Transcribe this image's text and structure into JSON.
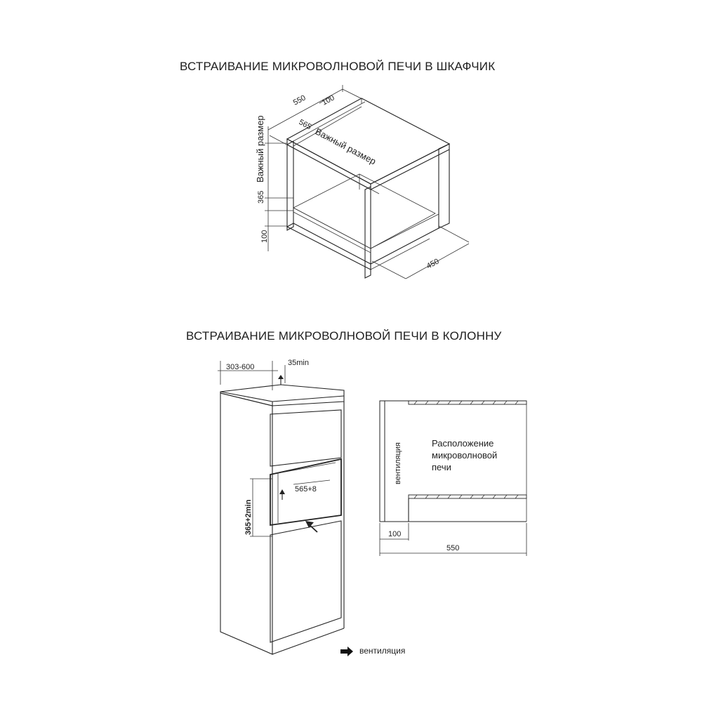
{
  "headings": {
    "cabinet": "ВСТРАИВАНИЕ МИКРОВОЛНОВОЙ ПЕЧИ В ШКАФЧИК",
    "column": "ВСТРАИВАНИЕ МИКРОВОЛНОВОЙ ПЕЧИ В КОЛОННУ"
  },
  "cabinet_diagram": {
    "dims": {
      "width": "550",
      "top_gap": "100",
      "inner_width": "565",
      "height": "365",
      "bottom": "100",
      "depth": "450"
    },
    "important_h": "Важный размер",
    "important_v": "Важный размер"
  },
  "column_diagram": {
    "dims": {
      "depth": "303-600",
      "gap": "35min",
      "height": "365+2min",
      "width": "565+8"
    }
  },
  "side_view": {
    "label_lines": [
      "Расположение",
      "микроволновой",
      "печи"
    ],
    "ventilation": "вентиляция",
    "dims": {
      "gap": "100",
      "depth": "550"
    }
  },
  "legend": {
    "text": "вентиляция"
  }
}
